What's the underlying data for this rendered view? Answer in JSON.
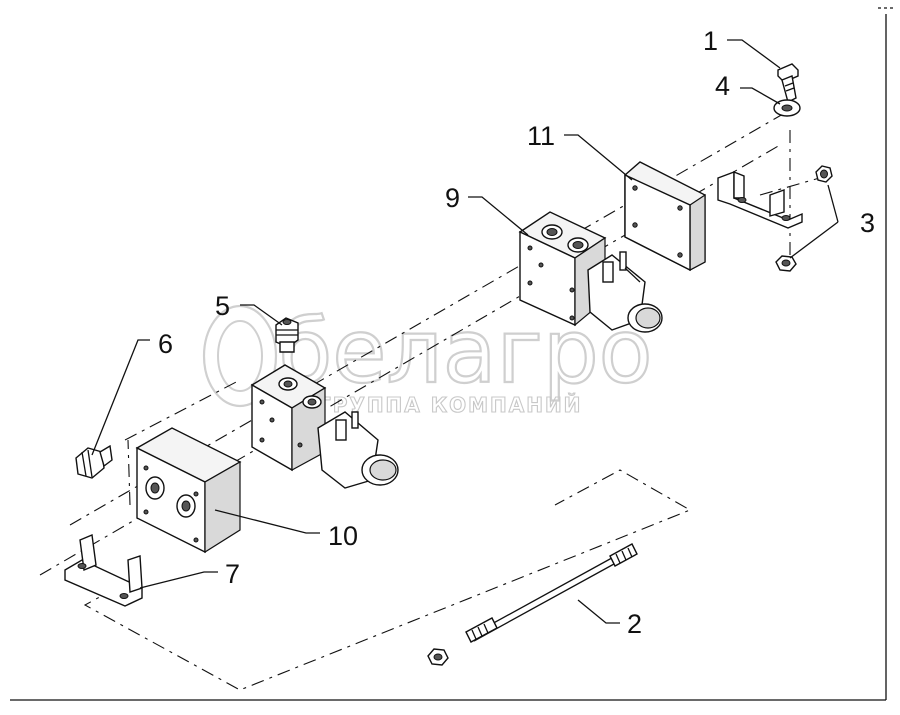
{
  "watermark": {
    "brand": "белагро",
    "tagline": "ГРУППА КОМПАНИЙ"
  },
  "callouts": {
    "c1": "1",
    "c2": "2",
    "c3": "3",
    "c4": "4",
    "c5": "5",
    "c6": "6",
    "c7": "7",
    "c9": "9",
    "c10": "10",
    "c11": "11"
  }
}
